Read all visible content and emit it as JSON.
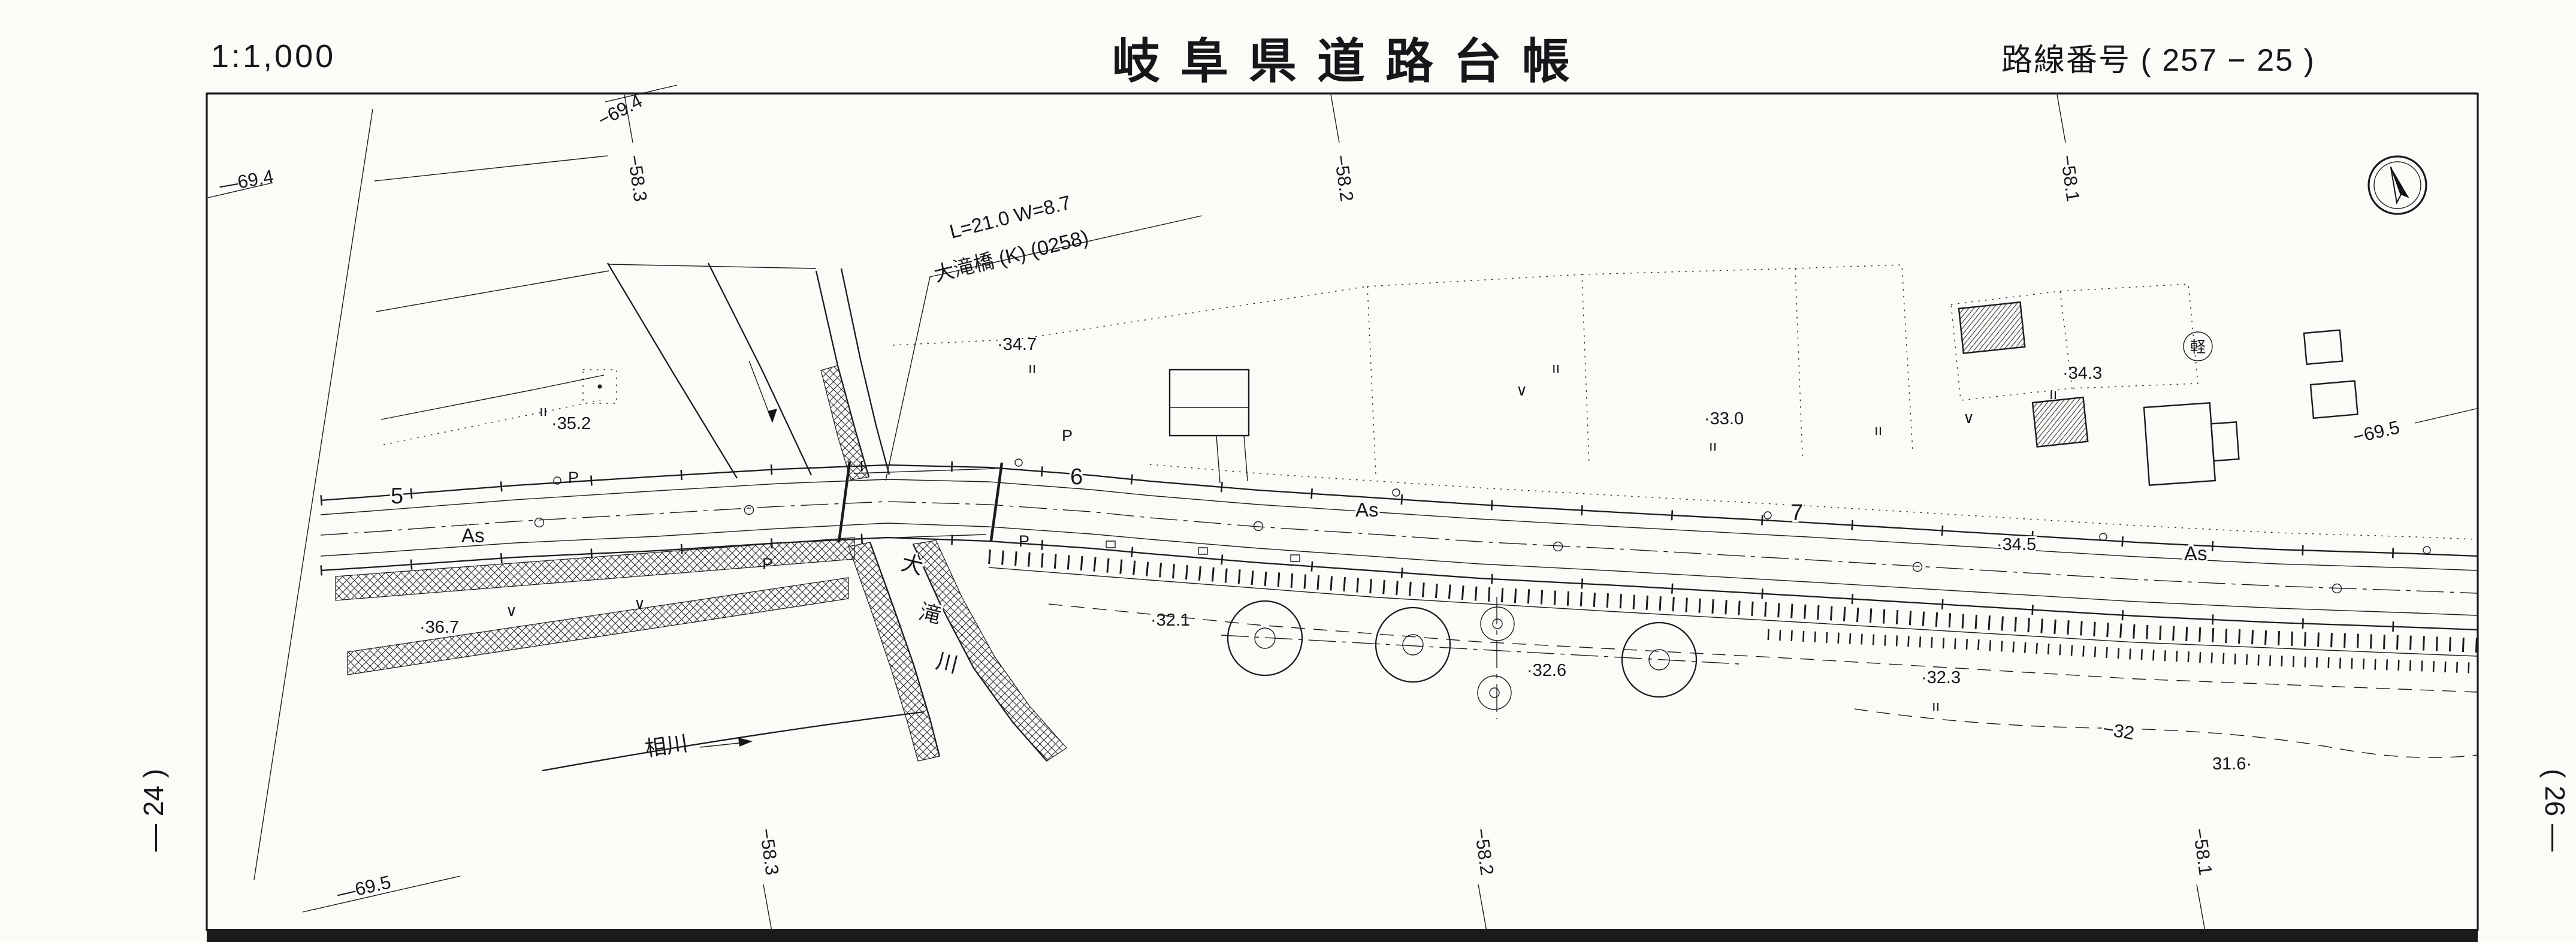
{
  "header": {
    "scale": "1:1,000",
    "title": "岐阜県道路台帳",
    "route": "路線番号 ( 257 − 25 )"
  },
  "margins": {
    "left_sheet": "— 24 )",
    "right_sheet": "( 26 —"
  },
  "grid": {
    "top": [
      "−69.4",
      "−58.3",
      "−58.2",
      "−58.1"
    ],
    "left": "—69.4",
    "right": "−69.5",
    "bottom": [
      "—69.5",
      "−58.3",
      "−58.2",
      "−58.1"
    ]
  },
  "bridge": {
    "dims": "L=21.0 W=8.7",
    "name": "大滝橋 (K) (0258)"
  },
  "rivers": {
    "otaki": [
      "大",
      "滝",
      "川"
    ],
    "ai": "相川"
  },
  "road": {
    "surface": "As",
    "stations": [
      "5",
      "6",
      "7"
    ]
  },
  "spots": {
    "e35_2": "·35.2",
    "e34_7": "·34.7",
    "e33_0": "·33.0",
    "e34_3": "·34.3",
    "e36_7": "·36.7",
    "e32_1": "·32.1",
    "e32_6": "·32.6",
    "e32_3": "·32.3",
    "e34_5": "·34.5",
    "e31_6": "31.6·",
    "c32": "−32"
  },
  "symbols": {
    "point": "P",
    "grass": "∨",
    "paddy": "ıı",
    "light": "軽"
  }
}
